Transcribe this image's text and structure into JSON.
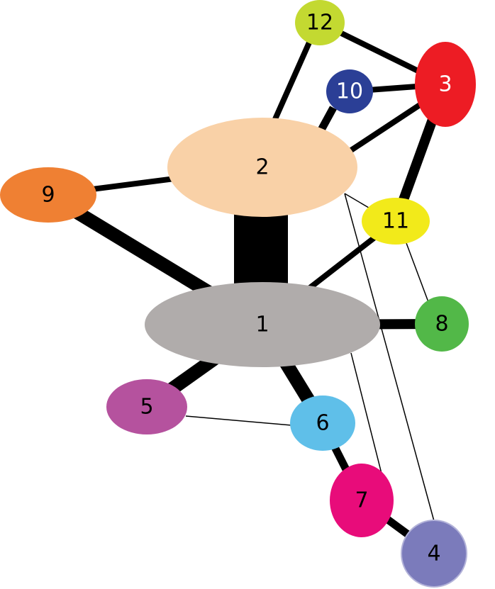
{
  "graph": {
    "nodes": [
      {
        "id": "1",
        "label": "1",
        "color": "#b0acab",
        "text_color": "#000000"
      },
      {
        "id": "2",
        "label": "2",
        "color": "#f9d1a7",
        "text_color": "#000000"
      },
      {
        "id": "3",
        "label": "3",
        "color": "#ed1c24",
        "text_color": "#ffffff"
      },
      {
        "id": "4",
        "label": "4",
        "color": "#7b7bbb",
        "text_color": "#000000"
      },
      {
        "id": "5",
        "label": "5",
        "color": "#b5529e",
        "text_color": "#000000"
      },
      {
        "id": "6",
        "label": "6",
        "color": "#5fbfe9",
        "text_color": "#000000"
      },
      {
        "id": "7",
        "label": "7",
        "color": "#e80c7a",
        "text_color": "#000000"
      },
      {
        "id": "8",
        "label": "8",
        "color": "#52b848",
        "text_color": "#000000"
      },
      {
        "id": "9",
        "label": "9",
        "color": "#ef8033",
        "text_color": "#000000"
      },
      {
        "id": "10",
        "label": "10",
        "color": "#2b3f96",
        "text_color": "#ffffff"
      },
      {
        "id": "11",
        "label": "11",
        "color": "#f2ea1a",
        "text_color": "#000000"
      },
      {
        "id": "12",
        "label": "12",
        "color": "#c3d931",
        "text_color": "#000000"
      }
    ],
    "edges": [
      {
        "source": "1",
        "target": "2",
        "weight": 10
      },
      {
        "source": "1",
        "target": "9",
        "weight": 6
      },
      {
        "source": "1",
        "target": "5",
        "weight": 6
      },
      {
        "source": "1",
        "target": "6",
        "weight": 6
      },
      {
        "source": "1",
        "target": "8",
        "weight": 5
      },
      {
        "source": "1",
        "target": "11",
        "weight": 3
      },
      {
        "source": "1",
        "target": "7",
        "weight": 1
      },
      {
        "source": "2",
        "target": "9",
        "weight": 3
      },
      {
        "source": "2",
        "target": "12",
        "weight": 3
      },
      {
        "source": "2",
        "target": "10",
        "weight": 4
      },
      {
        "source": "2",
        "target": "3",
        "weight": 3
      },
      {
        "source": "2",
        "target": "11",
        "weight": 1
      },
      {
        "source": "2",
        "target": "4",
        "weight": 1
      },
      {
        "source": "3",
        "target": "12",
        "weight": 3
      },
      {
        "source": "3",
        "target": "10",
        "weight": 3
      },
      {
        "source": "3",
        "target": "11",
        "weight": 5
      },
      {
        "source": "11",
        "target": "8",
        "weight": 1
      },
      {
        "source": "5",
        "target": "6",
        "weight": 1
      },
      {
        "source": "6",
        "target": "7",
        "weight": 4
      },
      {
        "source": "7",
        "target": "4",
        "weight": 4
      }
    ]
  }
}
